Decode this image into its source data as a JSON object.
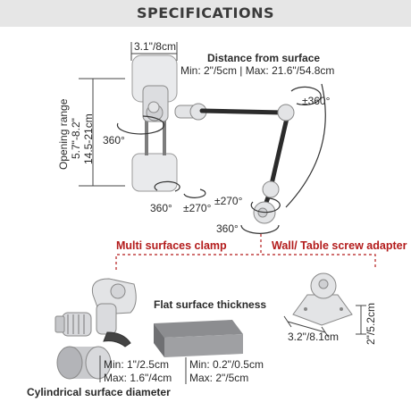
{
  "header": {
    "title": "SPECIFICATIONS"
  },
  "phone_holder": {
    "width_label": "3.1\"/8cm",
    "opening_range_label": "Opening range",
    "opening_inches": "5.7\"-8.2\"",
    "opening_cm": "14.5-21cm",
    "rotation_left": "360°",
    "rotation_bottom_left": "360°",
    "rotation_bottom_right": "±270°"
  },
  "arm": {
    "distance_title": "Distance from surface",
    "distance_range": "Min: 2\"/5cm | Max: 21.6\"/54.8cm",
    "rotation_top": "±360°",
    "rotation_middle": "±270°",
    "rotation_base": "360°"
  },
  "mount_options": {
    "clamp_title": "Multi surfaces clamp",
    "adapter_title": "Wall/ Table screw adapter"
  },
  "flat_surface": {
    "title": "Flat surface thickness",
    "min": "Min: 0.2\"/0.5cm",
    "max": "Max: 2\"/5cm"
  },
  "cylindrical": {
    "min": "Min: 1\"/2.5cm",
    "max": "Max: 1.6\"/4cm",
    "title": "Cylindrical surface diameter"
  },
  "adapter_dims": {
    "width": "3.2\"/8.1cm",
    "height": "2\"/5.2cm"
  },
  "colors": {
    "accent": "#b31b1b",
    "header_bg": "#e6e6e6"
  }
}
